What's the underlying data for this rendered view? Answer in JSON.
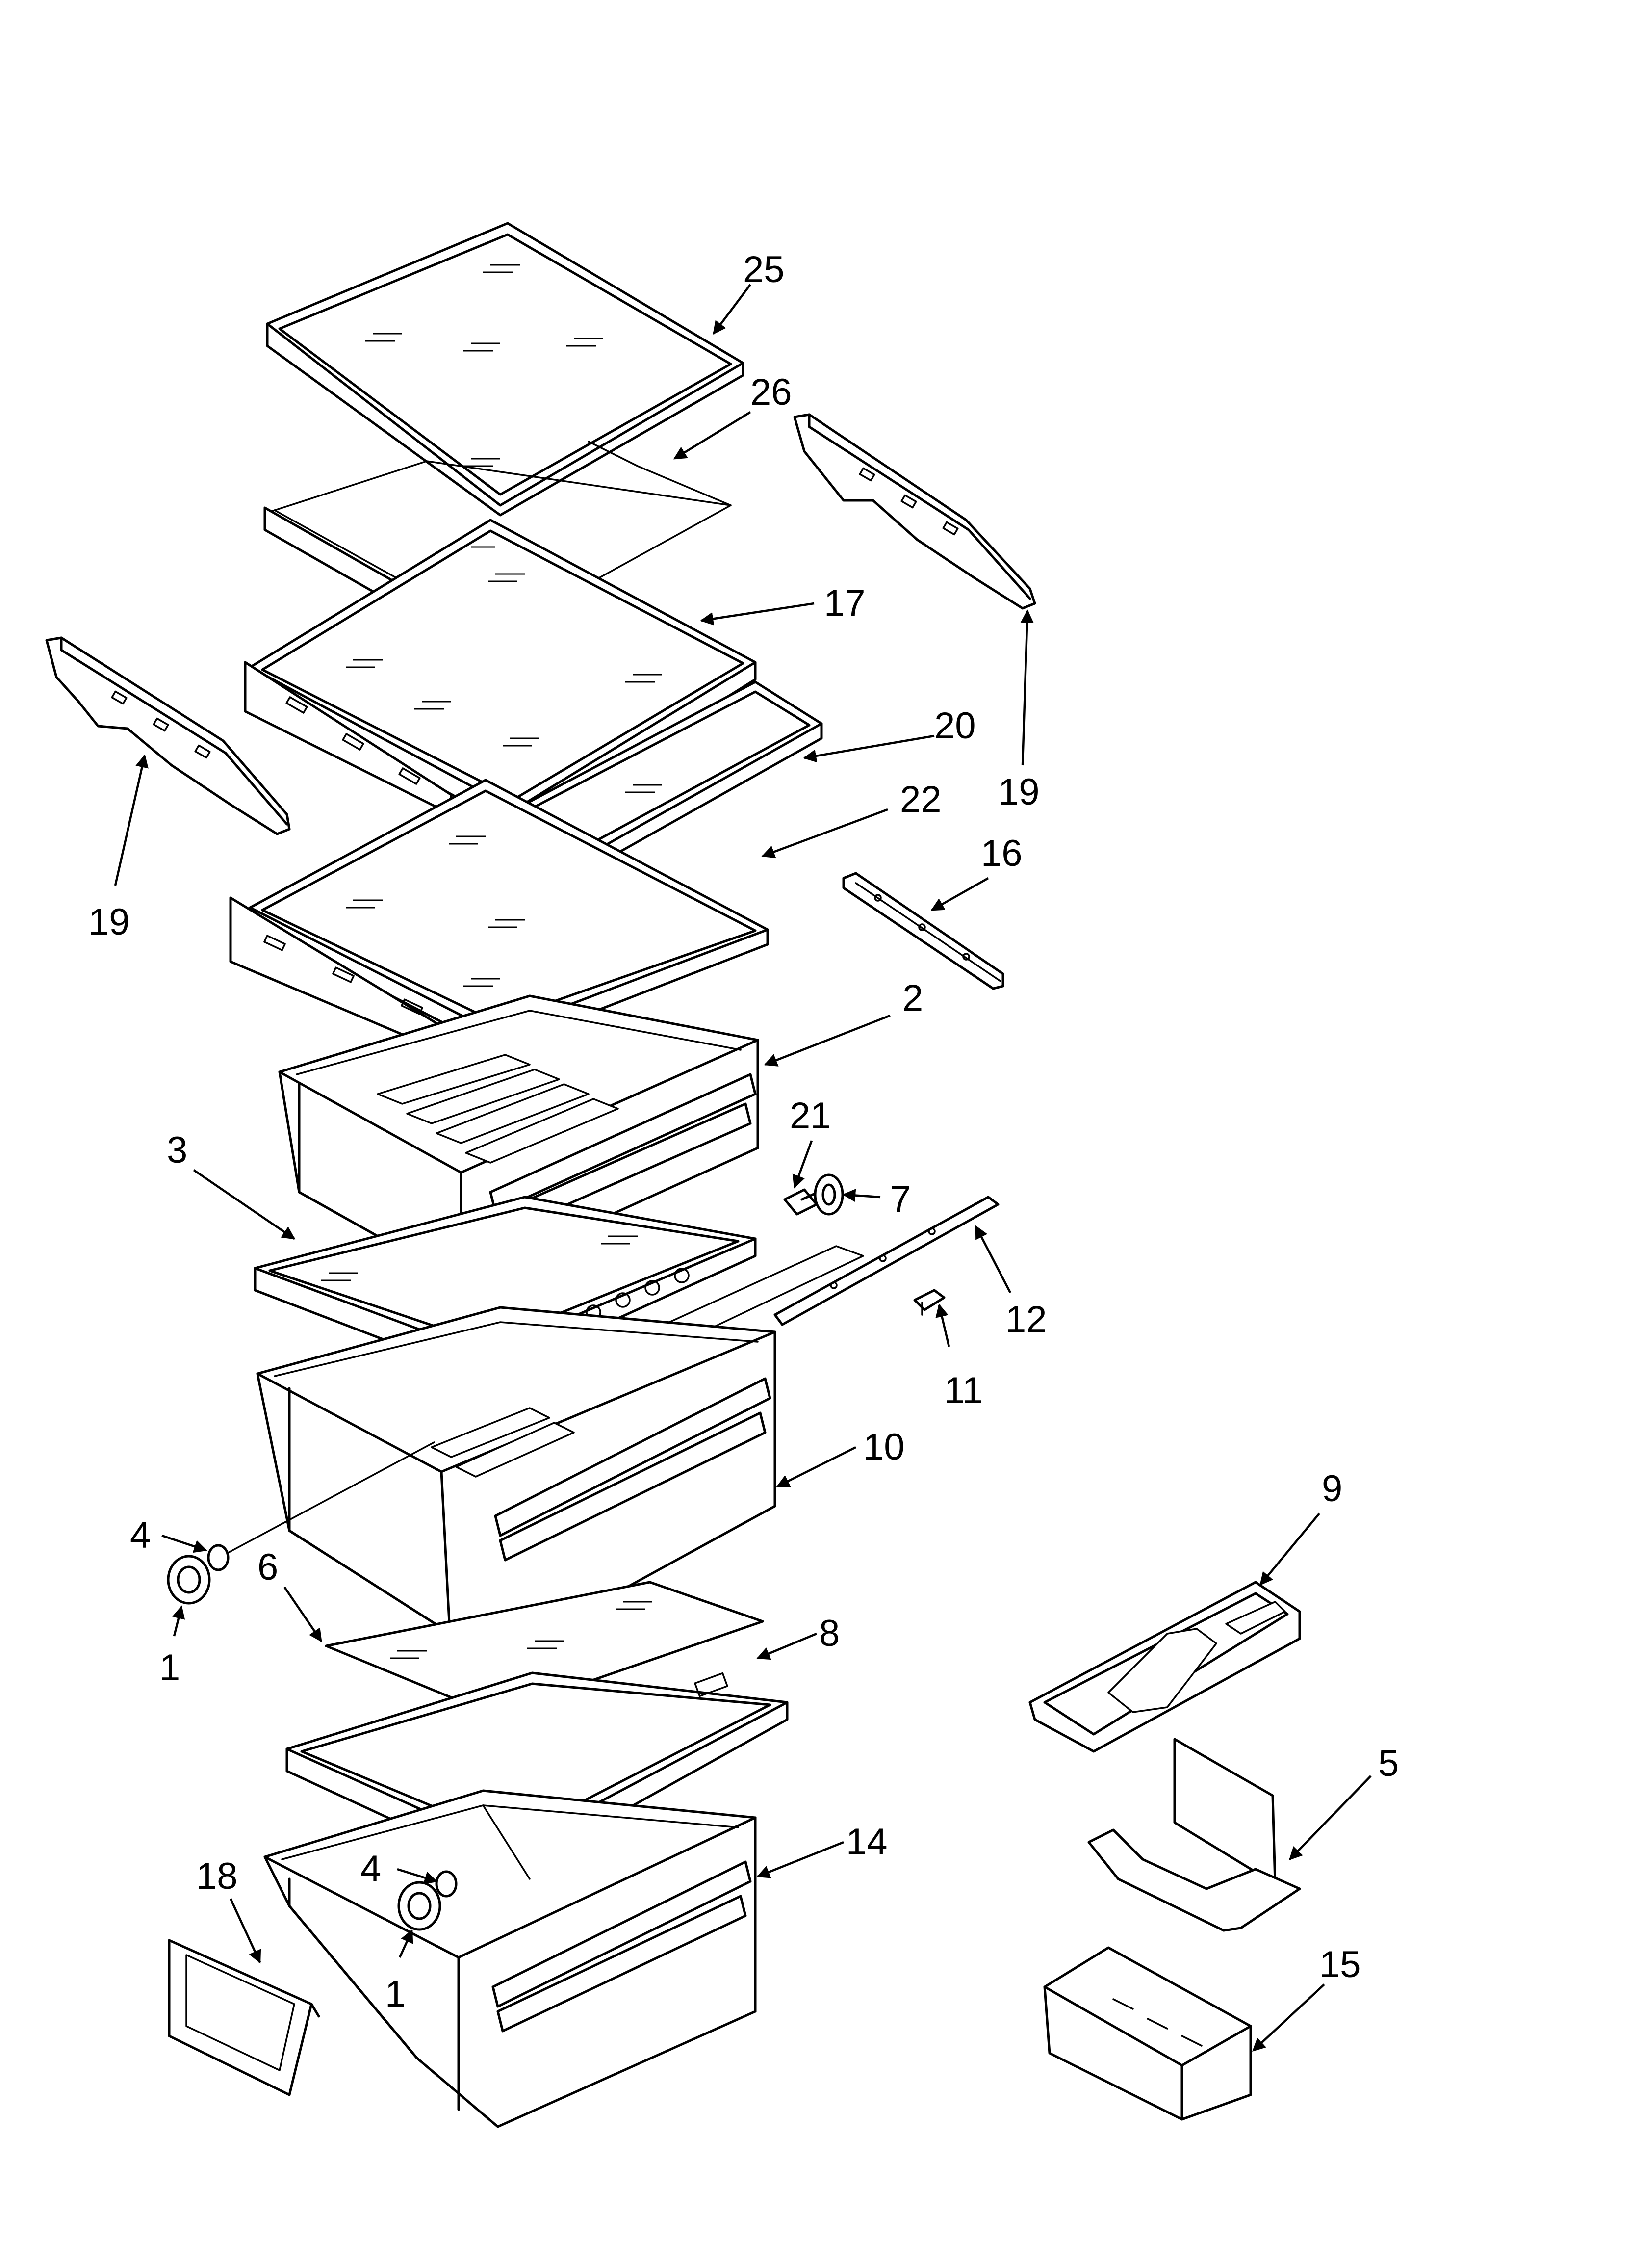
{
  "diagram": {
    "callouts": [
      {
        "id": "c25",
        "text": "25"
      },
      {
        "id": "c26",
        "text": "26"
      },
      {
        "id": "c17",
        "text": "17"
      },
      {
        "id": "c20",
        "text": "20"
      },
      {
        "id": "c22",
        "text": "22"
      },
      {
        "id": "c19a",
        "text": "19"
      },
      {
        "id": "c19b",
        "text": "19"
      },
      {
        "id": "c16",
        "text": "16"
      },
      {
        "id": "c2",
        "text": "2"
      },
      {
        "id": "c21",
        "text": "21"
      },
      {
        "id": "c7",
        "text": "7"
      },
      {
        "id": "c3",
        "text": "3"
      },
      {
        "id": "c12",
        "text": "12"
      },
      {
        "id": "c11",
        "text": "11"
      },
      {
        "id": "c10",
        "text": "10"
      },
      {
        "id": "c4a",
        "text": "4"
      },
      {
        "id": "c1a",
        "text": "1"
      },
      {
        "id": "c6",
        "text": "6"
      },
      {
        "id": "c8",
        "text": "8"
      },
      {
        "id": "c9",
        "text": "9"
      },
      {
        "id": "c5",
        "text": "5"
      },
      {
        "id": "c14",
        "text": "14"
      },
      {
        "id": "c18",
        "text": "18"
      },
      {
        "id": "c4b",
        "text": "4"
      },
      {
        "id": "c1b",
        "text": "1"
      },
      {
        "id": "c15",
        "text": "15"
      }
    ]
  }
}
